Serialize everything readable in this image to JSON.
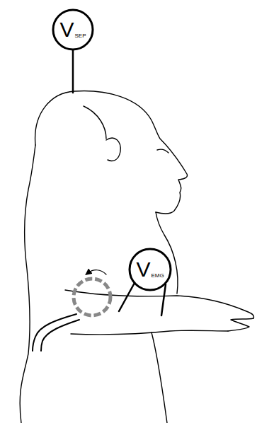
{
  "diagram": {
    "nodes": [
      {
        "text": [
          "V",
          "SEP"
        ]
      },
      {
        "text": [
          "V",
          "EMG"
        ]
      }
    ]
  }
}
